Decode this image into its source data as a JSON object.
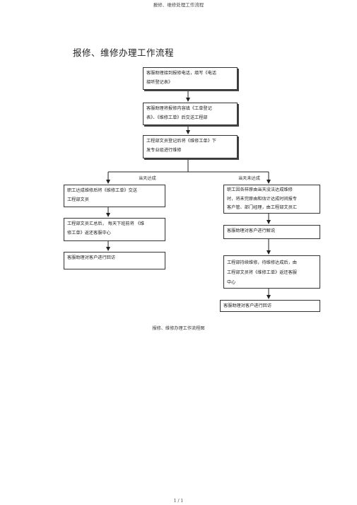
{
  "header": {
    "text": "报修、维修处理工作流程"
  },
  "title": "报修、维修办理工作流程",
  "steps": {
    "s1": [
      "客服助理接到报修电话，填写《电话",
      "接听登记表》"
    ],
    "s2": [
      "客服助理将报修内容填《工单登记",
      "表》、《维修工单》后交送工程部"
    ],
    "s3": [
      "工程部文员登记后将《维修工单》下",
      "发专业组进行维修"
    ]
  },
  "branches": {
    "left_label": "当天达成",
    "right_label": "当天未达成"
  },
  "left": {
    "l1": [
      "职工达成维修后将《维修工单》交送",
      "工程部文员"
    ],
    "l2": [
      "工程部文员汇总后，   每天下班前将  《维",
      "修工单》返还客服中心"
    ],
    "l3": [
      "客服助理对客户进行回访"
    ]
  },
  "right": {
    "r1": [
      "职工因各样原由当天没法达成维修",
      "时，将未完原由和估计达成时间报专",
      "客户管、部门经理，由工程部文员汇"
    ],
    "r2": [
      "客服助理对客户进行解说"
    ],
    "r3": [
      "工程部持续维修，待维修达成后，由",
      "工程部文员将《维修工单》返还客服",
      "中心"
    ],
    "r4": [
      "客服助理对客户进行回访"
    ]
  },
  "caption": "报修、维修办理工作流程图",
  "footer": "1 / 1"
}
